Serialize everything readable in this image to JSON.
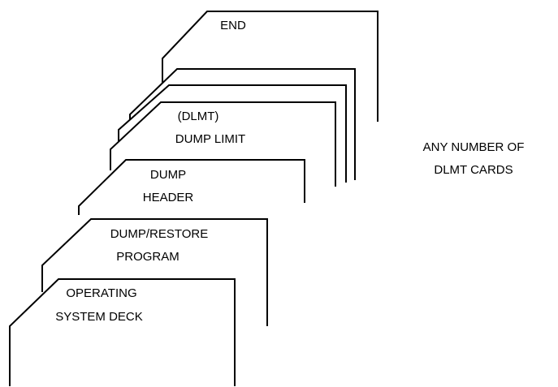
{
  "cards": {
    "end": [
      "END"
    ],
    "dlmt_back_1": [],
    "dlmt_back_2": [],
    "dlmt": [
      "(DLMT)",
      "DUMP LIMIT"
    ],
    "dump_header": [
      "DUMP",
      "HEADER"
    ],
    "dump_restore": [
      "DUMP/RESTORE",
      "PROGRAM"
    ],
    "operating_system": [
      "OPERATING",
      "SYSTEM DECK"
    ]
  },
  "annotation": [
    "ANY NUMBER OF",
    "DLMT CARDS"
  ]
}
